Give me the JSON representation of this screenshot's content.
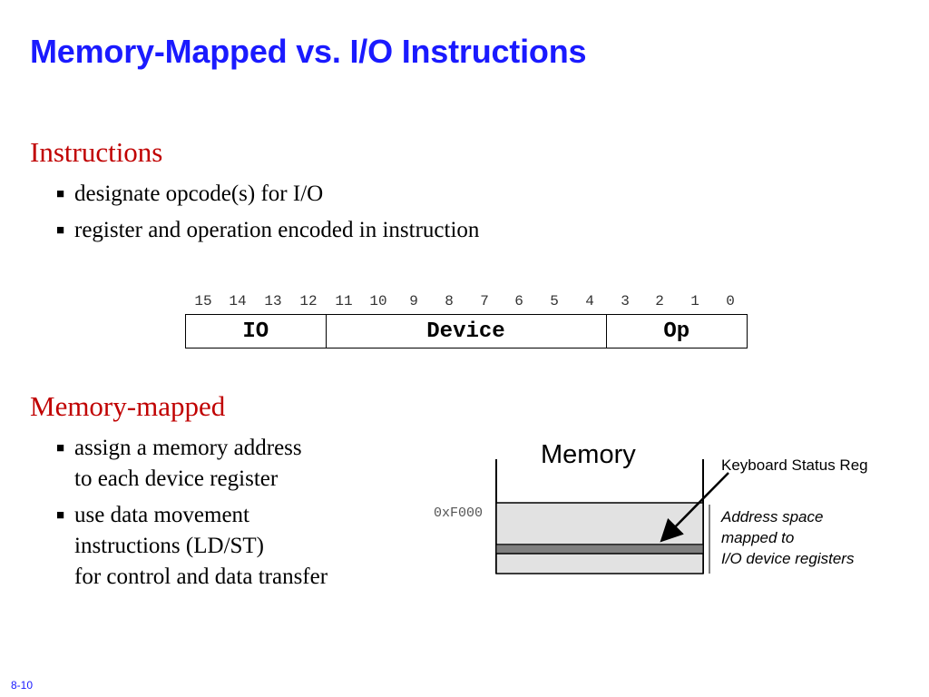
{
  "title": "Memory-Mapped vs. I/O Instructions",
  "section1": {
    "heading": "Instructions",
    "bullets": [
      "designate opcode(s) for I/O",
      "register and operation encoded in instruction"
    ]
  },
  "format": {
    "bits": [
      "15",
      "14",
      "13",
      "12",
      "11",
      "10",
      "9",
      "8",
      "7",
      "6",
      "5",
      "4",
      "3",
      "2",
      "1",
      "0"
    ],
    "fields": [
      "IO",
      "Device",
      "Op"
    ]
  },
  "section2": {
    "heading": "Memory-mapped",
    "bullets": [
      "assign a memory address\nto each device register",
      "use data movement\ninstructions (LD/ST)\nfor control and data transfer"
    ]
  },
  "diagram": {
    "title": "Memory",
    "address": "0xF000",
    "kbd_label": "Keyboard Status Reg",
    "note": [
      "Address space",
      "mapped to",
      "I/O device registers"
    ]
  },
  "slide_number": "8-10"
}
